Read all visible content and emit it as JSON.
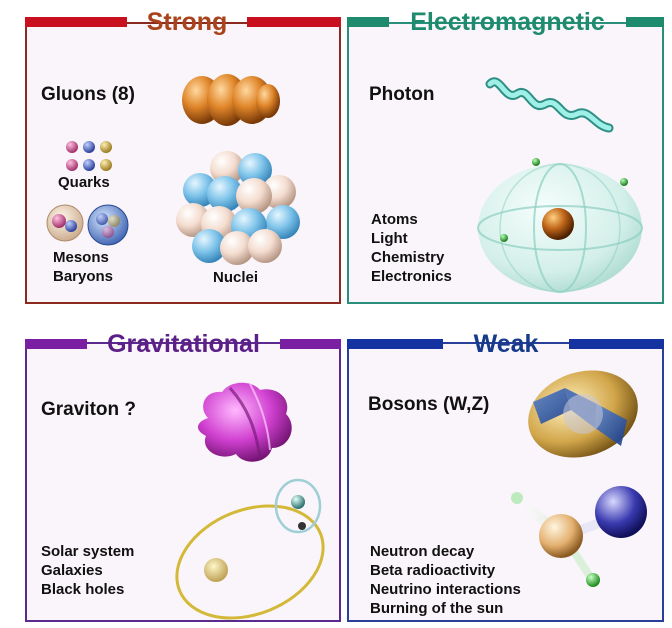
{
  "strong": {
    "title": "Strong",
    "carrier": "Gluons (8)",
    "quarks": "Quarks",
    "mesons": "Mesons",
    "baryons": "Baryons",
    "nuclei": "Nuclei",
    "color": "#a8431b"
  },
  "electromagnetic": {
    "title": "Electromagnetic",
    "carrier": "Photon",
    "items": [
      "Atoms",
      "Light",
      "Chemistry",
      "Electronics"
    ],
    "color": "#1e8a6e"
  },
  "gravitational": {
    "title": "Gravitational",
    "carrier": "Graviton ?",
    "items": [
      "Solar system",
      "Galaxies",
      "Black holes"
    ],
    "color": "#5b1f87"
  },
  "weak": {
    "title": "Weak",
    "carrier": "Bosons (W,Z)",
    "items": [
      "Neutron decay",
      "Beta radioactivity",
      "Neutrino interactions",
      "Burning of the sun"
    ],
    "color": "#173a8a"
  }
}
